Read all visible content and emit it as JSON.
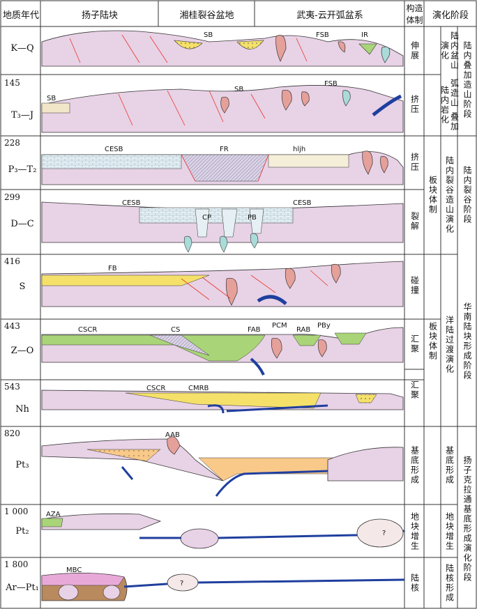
{
  "header": {
    "col1": "地质年代",
    "col2": "扬子陆块",
    "col3": "湘桂裂谷盆地",
    "col4": "武夷-云开弧盆系",
    "col5": "构造体制",
    "col6": "演化阶段"
  },
  "rows": [
    {
      "age": "",
      "period": "K—Q",
      "feature": "伸展",
      "labels": {
        "sb": "SB",
        "fsb": "FSB",
        "ir": "IR"
      }
    },
    {
      "age": "145",
      "period": "T₃—J",
      "feature": "挤压",
      "labels": {
        "sb1": "SB",
        "sb2": "SB",
        "fsb": "FSB"
      }
    },
    {
      "age": "228",
      "period": "P₃—T₂",
      "feature": "挤压",
      "labels": {
        "cesb": "CESB",
        "fr": "FR",
        "hljh": "hljh"
      }
    },
    {
      "age": "299",
      "period": "D—C",
      "feature": "裂解",
      "labels": {
        "cesb1": "CESB",
        "cesb2": "CESB",
        "cp": "CP",
        "pb": "PB"
      }
    },
    {
      "age": "416",
      "period": "S",
      "feature": "碰撞",
      "labels": {
        "fb": "FB"
      }
    },
    {
      "age": "443",
      "period": "Z—O",
      "feature": "汇聚",
      "labels": {
        "cscr": "CSCR",
        "cs": "CS",
        "fab": "FAB",
        "pcm": "PCM",
        "rab": "RAB",
        "pby": "PBy"
      }
    },
    {
      "age": "543",
      "period": "Nh",
      "feature": "汇聚",
      "labels": {
        "cscr": "CSCR",
        "cmrb": "CMRB"
      }
    },
    {
      "age": "820",
      "period": "Pt₃",
      "feature": "",
      "labels": {
        "aab": "AAB"
      }
    },
    {
      "age": "1 000",
      "period": "Pt₂",
      "feature": "",
      "labels": {
        "aza": "AZA",
        "q": "?"
      }
    },
    {
      "age": "1 800",
      "period": "Ar—Pt₁",
      "feature": "",
      "labels": {
        "mbc": "MBC",
        "q": "?"
      }
    }
  ],
  "regime": {
    "plate": "板块体制",
    "basement_form": "基底形成",
    "block_growth": "地块增生",
    "craton": "陆核"
  },
  "subphase": {
    "intracont_basin": "陆内盆山演化",
    "arc_intracont": "弧造山 叠加陆内岩化",
    "intracont_rift": "陆内裂谷造山演化",
    "ocean_cont": "洋陆过渡演化",
    "basement_form": "基底形成",
    "block_growth": "地块增生",
    "craton": "陆核形成"
  },
  "stage": {
    "s1": "陆内叠加造山阶段",
    "s2": "陆内裂谷阶段",
    "s3": "华南陆块形成阶段",
    "s4": "扬子克拉通基底形成演化阶段"
  },
  "colors": {
    "crust": "#e8d2e6",
    "granite": "#e5a09a",
    "mafic": "#a9dbd9",
    "sediment_yellow": "#f5e16a",
    "sediment_green": "#a9d478",
    "orange": "#f9c98a",
    "slab": "#1f3f9e",
    "fault": "#e8372b"
  }
}
